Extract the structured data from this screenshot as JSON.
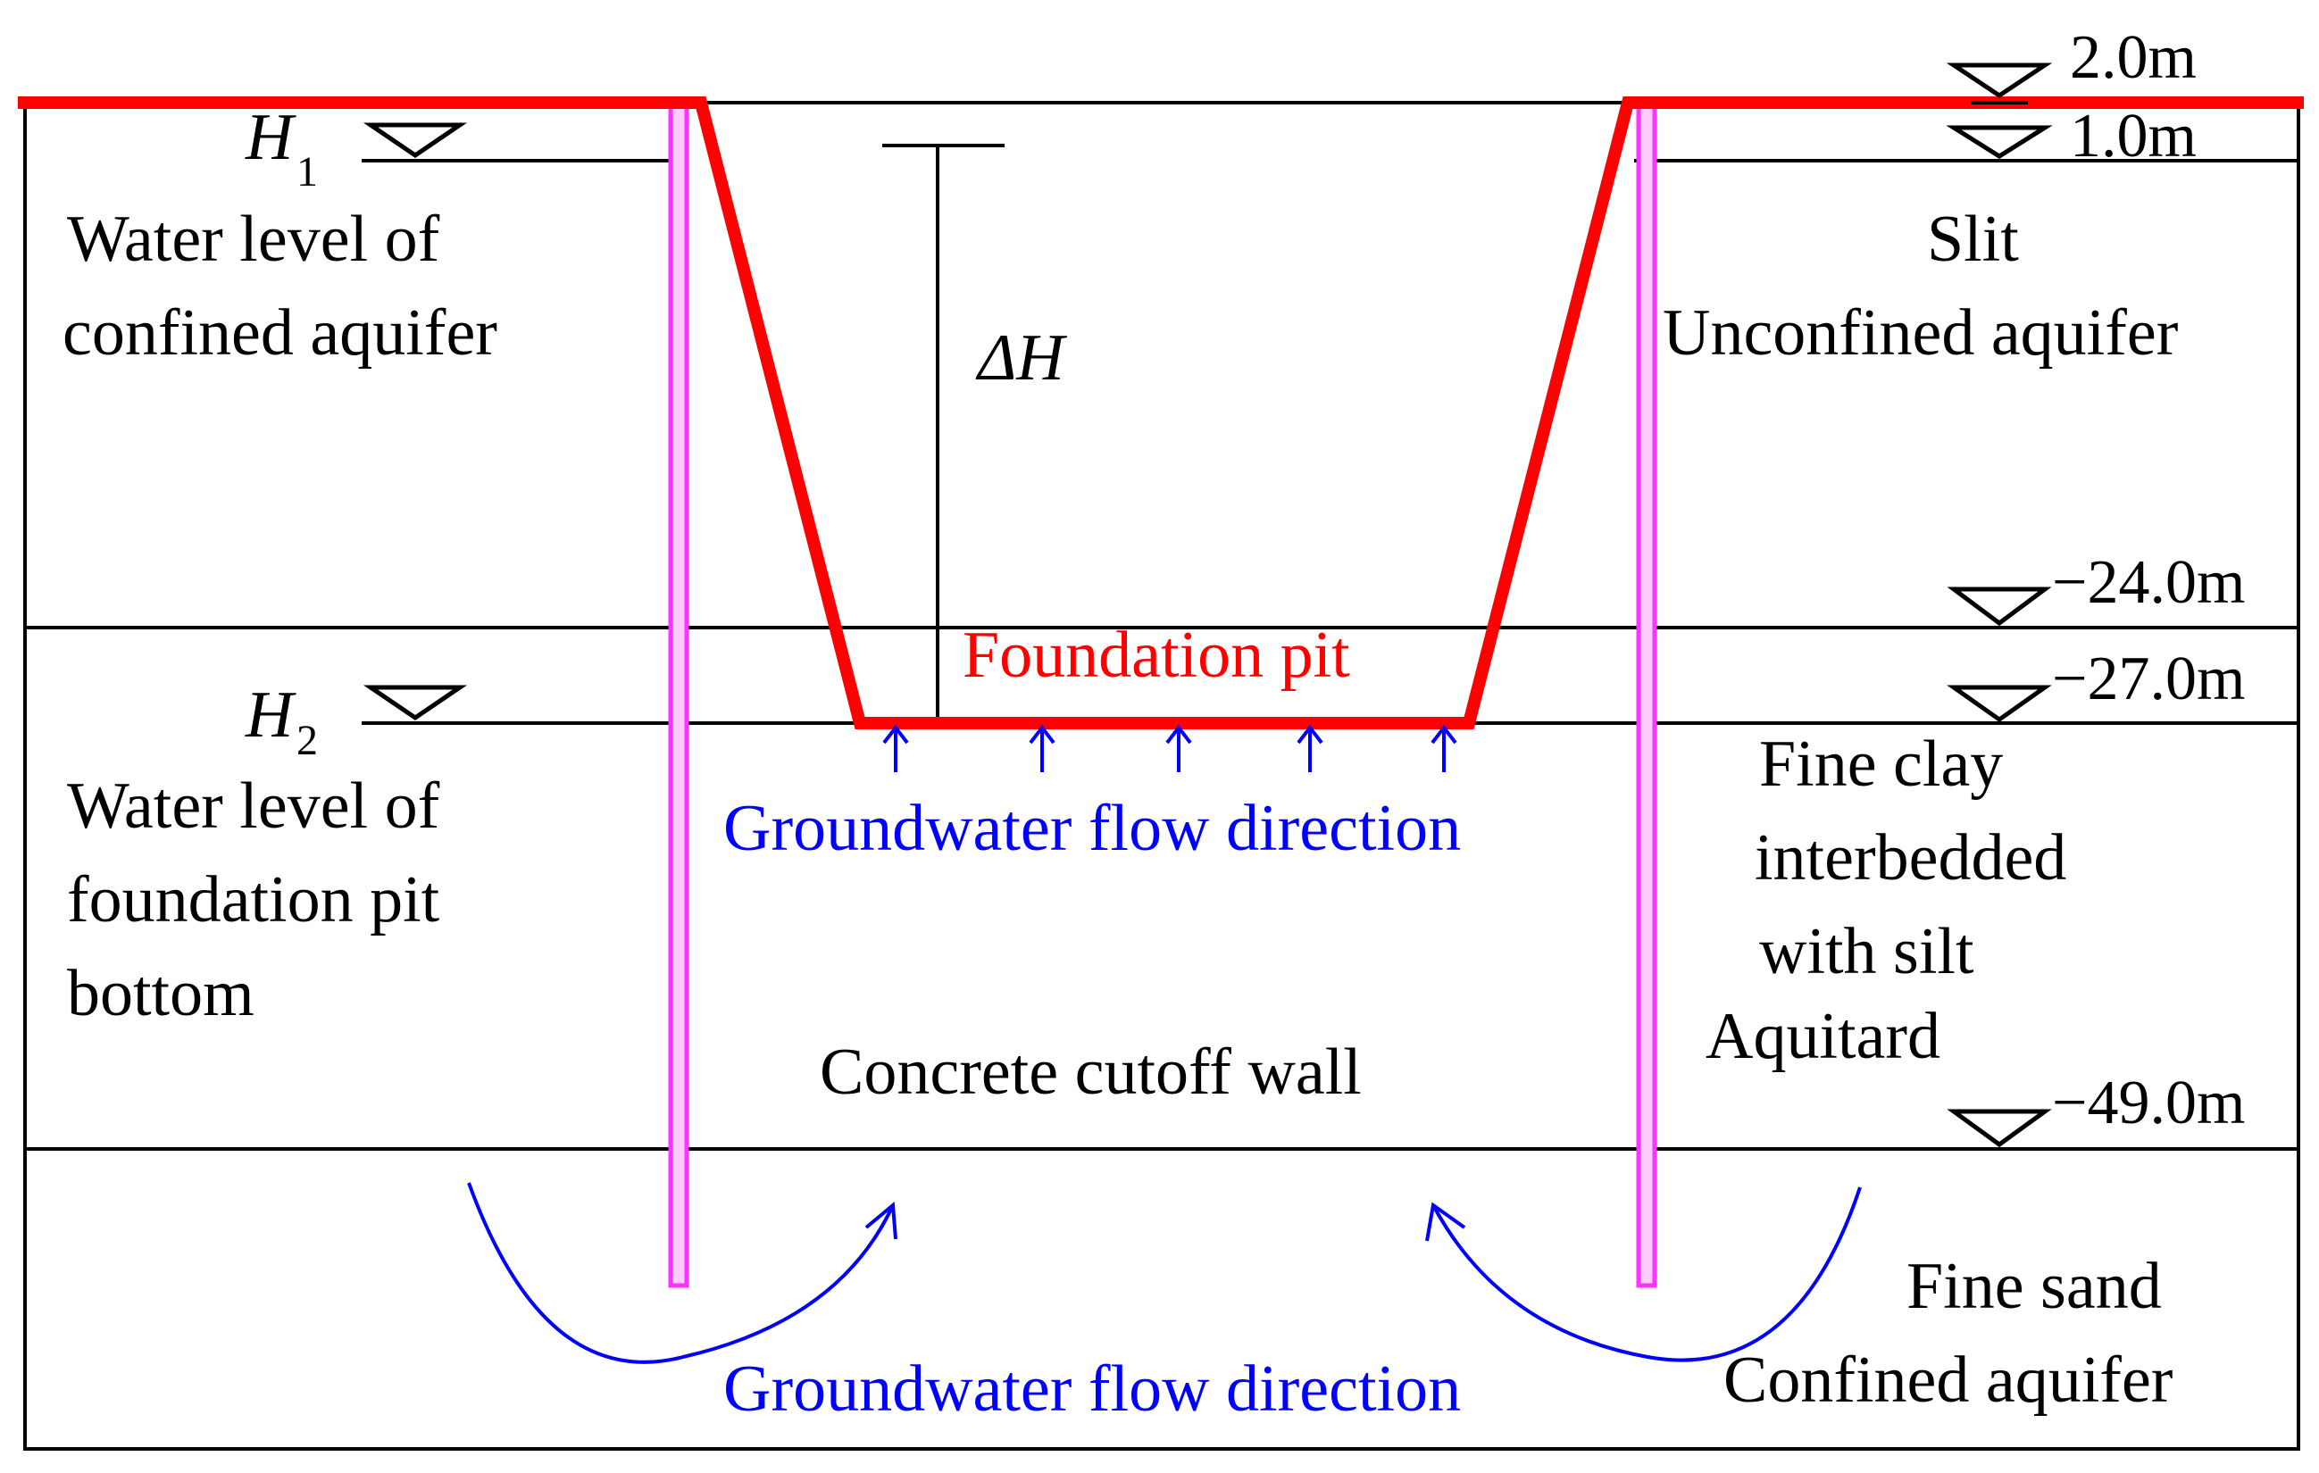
{
  "colors": {
    "ground_line": "#ff0000",
    "cutoff_wall": "#ff33ff",
    "flow": "#0000ff",
    "strata_line": "#000000"
  },
  "labels": {
    "h1_symbol": "H",
    "h1_subscript": "1",
    "h2_symbol": "H",
    "h2_subscript": "2",
    "delta_h": "ΔH",
    "left_upper_line1": "Water level of",
    "left_upper_line2": "confined aquifer",
    "left_lower_line1": "Water level of",
    "left_lower_line2": "foundation pit",
    "left_lower_line3": "bottom",
    "foundation_pit": "Foundation pit",
    "flow_upper": "Groundwater flow direction",
    "flow_lower": "Groundwater flow direction",
    "cutoff_wall": "Concrete cutoff wall",
    "layer1_line1": "Slit",
    "layer1_line2": "Unconfined aquifer",
    "layer2_line1": "Fine clay",
    "layer2_line2": "interbedded",
    "layer2_line3": "with silt",
    "layer2_line4": "Aquitard",
    "layer3_line1": "Fine sand",
    "layer3_line2": "Confined aquifer"
  },
  "levels": {
    "level_1": "2.0m",
    "level_2": "1.0m",
    "level_3": "−24.0m",
    "level_4": "−27.0m",
    "level_5": "−49.0m"
  }
}
